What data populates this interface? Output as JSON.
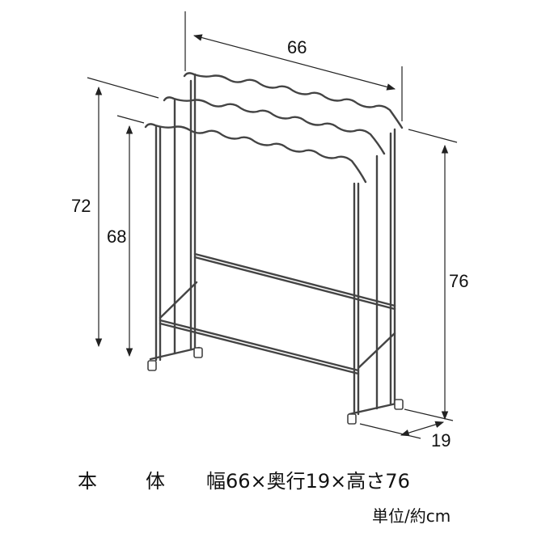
{
  "dimensions": {
    "width": "66",
    "height_top_rail": "72",
    "height_bottom_rail": "68",
    "total_height": "76",
    "depth": "19"
  },
  "caption": {
    "title": "本　体",
    "spec": "幅66×奥行19×高さ76",
    "unit": "単位/約cm"
  },
  "colors": {
    "line": "#222222",
    "frame": "#444444"
  }
}
